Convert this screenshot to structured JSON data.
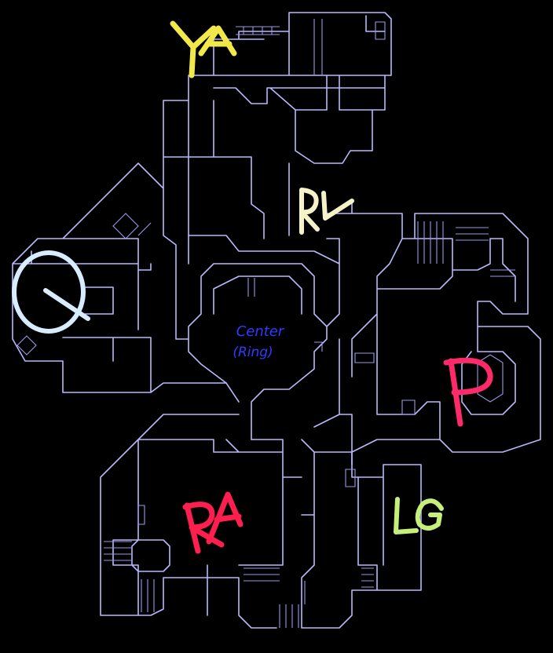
{
  "map": {
    "background_color": "#000000",
    "wall_color": "#b8b8ff"
  },
  "labels": {
    "ya": {
      "text": "YA",
      "color": "#f2e84a"
    },
    "rl": {
      "text": "RL",
      "color": "#f6f2c8"
    },
    "q": {
      "text": "Q",
      "color": "#d8ecff"
    },
    "center": {
      "line1": "Center",
      "line2": "(Ring)",
      "color": "#2f3cff"
    },
    "p": {
      "text": "P",
      "color": "#ff2a6a"
    },
    "ra": {
      "text": "RA",
      "color": "#ff1f4f"
    },
    "lg": {
      "text": "LG",
      "color": "#c6f07a"
    }
  }
}
